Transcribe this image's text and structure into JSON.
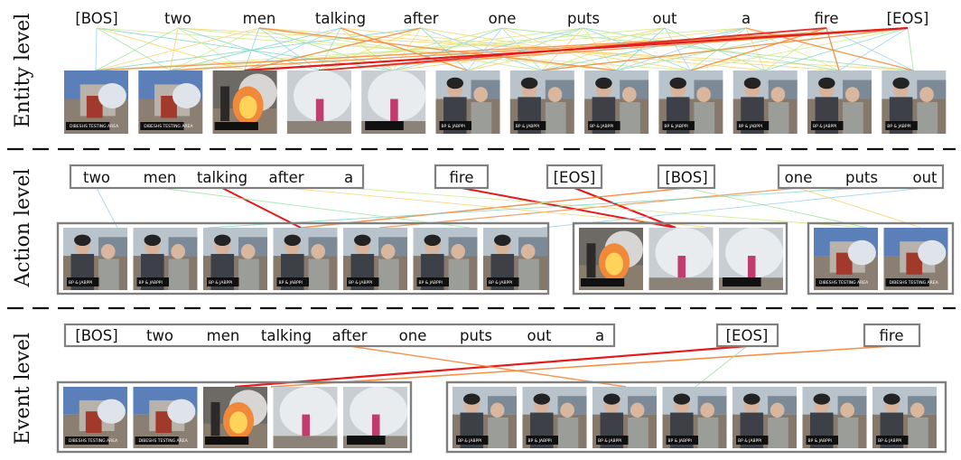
{
  "levels": {
    "entity": {
      "label": "Entity level",
      "words": [
        "[BOS]",
        "two",
        "men",
        "talking",
        "after",
        "one",
        "puts",
        "out",
        "a",
        "fire",
        "[EOS]"
      ],
      "frames": [
        "lab",
        "lab",
        "fire",
        "smoke",
        "smoke-caption",
        "men",
        "men",
        "men",
        "men",
        "men",
        "men",
        "men"
      ]
    },
    "action": {
      "label": "Action level",
      "word_groups": [
        [
          "two",
          "men",
          "talking",
          "after",
          "a"
        ],
        [
          "fire"
        ],
        [
          "[EOS]"
        ],
        [
          "[BOS]"
        ],
        [
          "one",
          "puts",
          "out"
        ]
      ],
      "clip_groups": [
        [
          "men",
          "men",
          "men",
          "men",
          "men",
          "men",
          "men"
        ],
        [
          "fire",
          "smoke",
          "smoke-caption"
        ],
        [
          "lab",
          "lab"
        ]
      ]
    },
    "event": {
      "label": "Event level",
      "word_groups": [
        [
          "[BOS]",
          "two",
          "men",
          "talking",
          "after",
          "one",
          "puts",
          "out",
          "a"
        ],
        [
          "[EOS]"
        ],
        [
          "fire"
        ]
      ],
      "clip_groups": [
        [
          "lab",
          "lab",
          "fire",
          "smoke",
          "smoke-caption"
        ],
        [
          "men",
          "men",
          "men",
          "men",
          "men",
          "men",
          "men"
        ]
      ]
    }
  },
  "frame_captions": {
    "lab": "DIBESHS TESTING AREA",
    "men": "BP & JABPPI"
  },
  "colors": {
    "strong_link": "#e41a1c",
    "medium_link": "#f58a3c",
    "weak_links": [
      "#9ad0ec",
      "#9fe3a3",
      "#f6d36b",
      "#cfe98a",
      "#7fd6c7"
    ]
  }
}
